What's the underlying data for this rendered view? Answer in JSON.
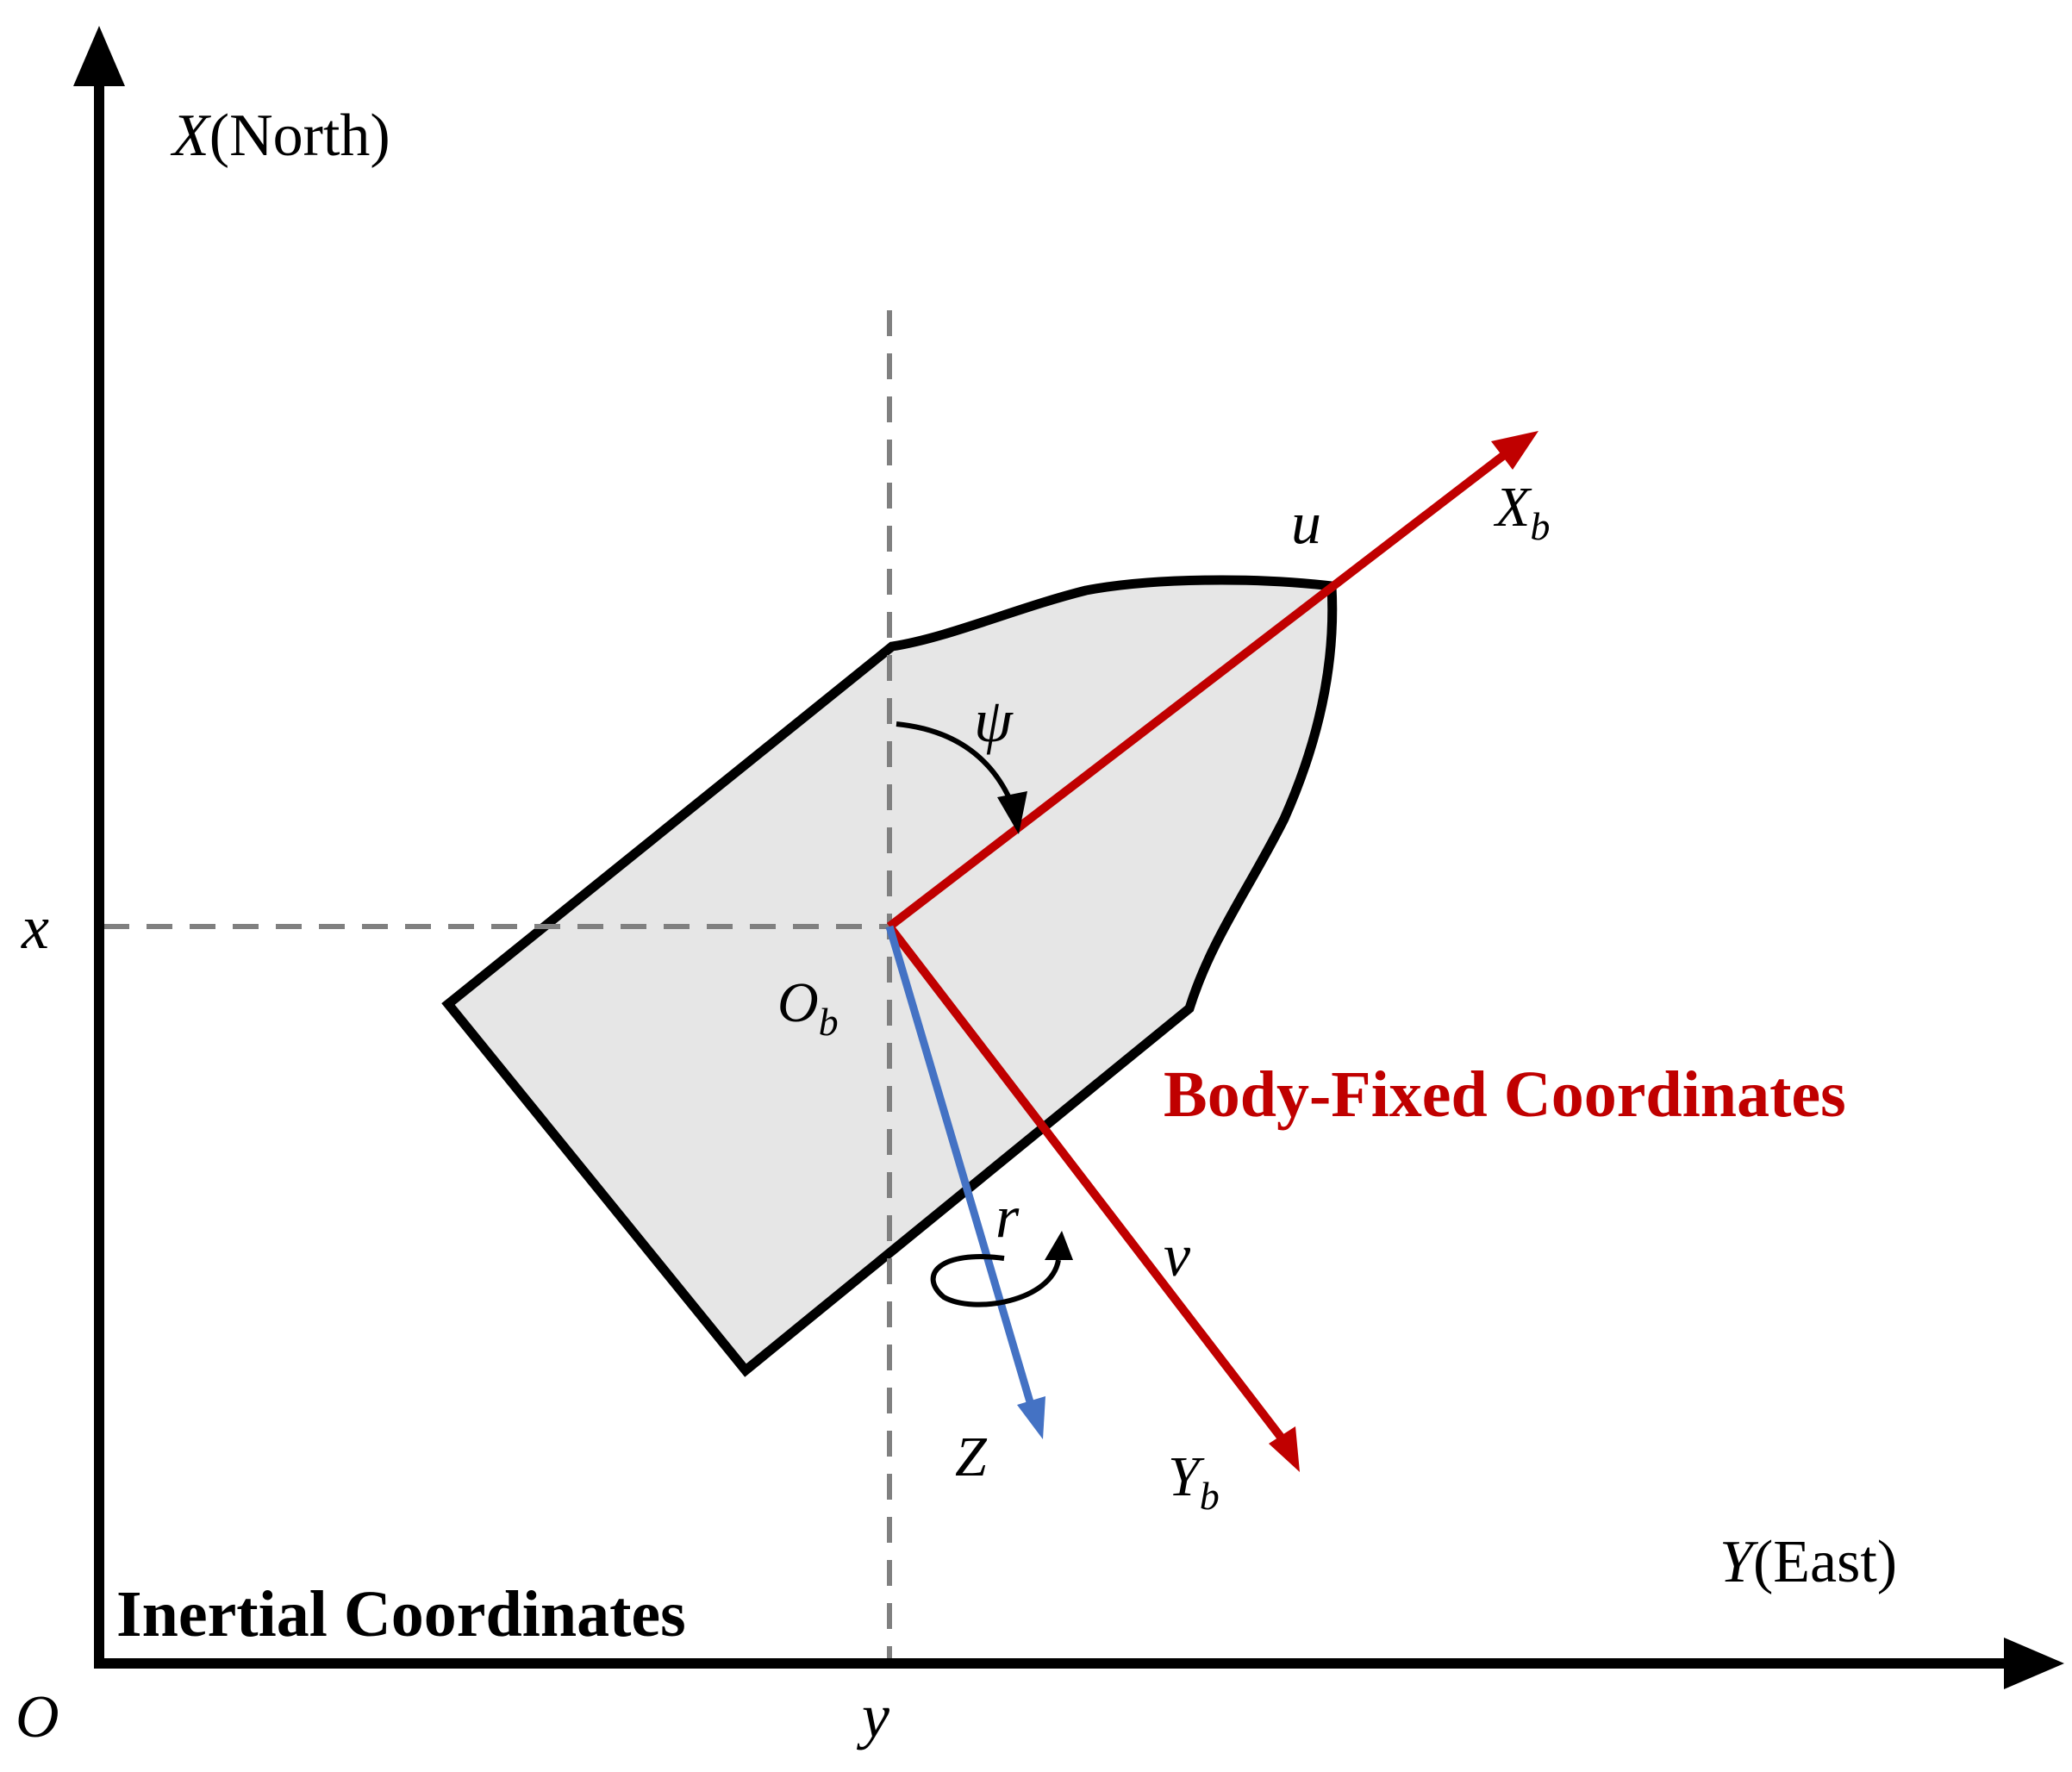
{
  "inertial": {
    "axis_x_var": "X",
    "axis_x_word": "(North)",
    "axis_y_var": "Y",
    "axis_y_word": "(East)",
    "origin": "O",
    "x_coord": "x",
    "y_coord": "y",
    "title": "Inertial Coordinates"
  },
  "body": {
    "title": "Body-Fixed Coordinates",
    "origin_main": "O",
    "origin_sub": "b",
    "xb_main": "X",
    "xb_sub": "b",
    "yb_main": "Y",
    "yb_sub": "b",
    "z_label": "Z",
    "surge": "u",
    "sway": "v",
    "yaw_rate": "r",
    "heading": "ψ"
  },
  "colors": {
    "axis": "#000000",
    "body_axis": "#c00000",
    "z_axis": "#4472c4",
    "hull_fill": "#e6e6e6",
    "guide": "#808080"
  }
}
